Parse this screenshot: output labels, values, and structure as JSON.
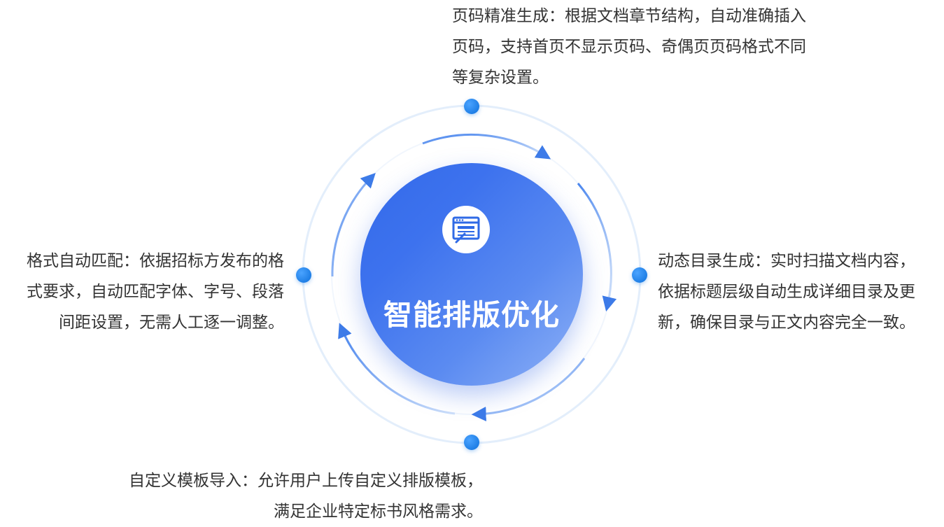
{
  "center": {
    "title": "智能排版优化",
    "icon": "document-layout-icon"
  },
  "features": {
    "top": {
      "lines": [
        "页码精准生成：根据文档章节结构，自动准确插入",
        "页码，支持首页不显示页码、奇偶页页码格式不同",
        "等复杂设置。"
      ]
    },
    "right": {
      "lines": [
        "动态目录生成：实时扫描文档内容，",
        "依据标题层级自动生成详细目录及更",
        "新，确保目录与正文内容完全一致。"
      ]
    },
    "bottom": {
      "lines": [
        "自定义模板导入：允许用户上传自定义排版模板，",
        "满足企业特定标书风格需求。"
      ]
    },
    "left": {
      "lines": [
        "格式自动匹配：依据招标方发布的格",
        "式要求，自动匹配字体、字号、段落",
        "间距设置，无需人工逐一调整。"
      ]
    }
  },
  "colors": {
    "accent": "#3d72ee",
    "dot": "#1f7fe6",
    "text": "#333333",
    "ring": "#e3eefb"
  }
}
